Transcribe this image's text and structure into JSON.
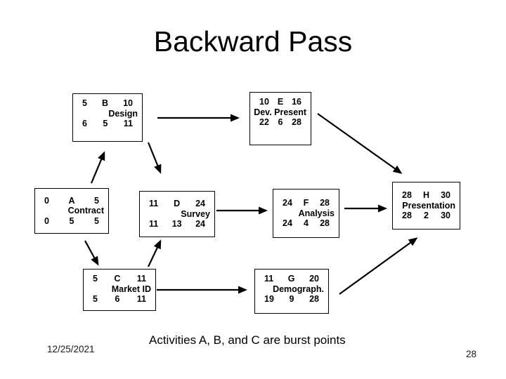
{
  "slide": {
    "title": "Backward Pass",
    "caption": "Activities A, B, and C are burst points",
    "date": "12/25/2021",
    "page_number": "28"
  },
  "nodes": {
    "a": {
      "es": "0",
      "id": "A",
      "ef": "5",
      "name": "Contract",
      "ls": "0",
      "dur": "5",
      "lf": "5"
    },
    "b": {
      "es": "5",
      "id": "B",
      "ef": "10",
      "name": "Design",
      "ls": "6",
      "dur": "5",
      "lf": "11"
    },
    "c": {
      "es": "5",
      "id": "C",
      "ef": "11",
      "name": "Market ID",
      "ls": "5",
      "dur": "6",
      "lf": "11"
    },
    "d": {
      "es": "11",
      "id": "D",
      "ef": "24",
      "name": "Survey",
      "ls": "11",
      "dur": "13",
      "lf": "24"
    },
    "e": {
      "es": "10",
      "id": "E",
      "ef": "16",
      "name": "Dev. Present",
      "ls": "22",
      "dur": "6",
      "lf": "28"
    },
    "f": {
      "es": "24",
      "id": "F",
      "ef": "28",
      "name": "Analysis",
      "ls": "24",
      "dur": "4",
      "lf": "28"
    },
    "g": {
      "es": "11",
      "id": "G",
      "ef": "20",
      "name": "Demograph.",
      "ls": "19",
      "dur": "9",
      "lf": "28"
    },
    "h": {
      "es": "28",
      "id": "H",
      "ef": "30",
      "name": "Presentation",
      "ls": "28",
      "dur": "2",
      "lf": "30"
    }
  },
  "edges": [
    {
      "from": "A",
      "to": "B"
    },
    {
      "from": "A",
      "to": "C"
    },
    {
      "from": "B",
      "to": "E"
    },
    {
      "from": "B",
      "to": "D"
    },
    {
      "from": "C",
      "to": "D"
    },
    {
      "from": "C",
      "to": "G"
    },
    {
      "from": "D",
      "to": "F"
    },
    {
      "from": "E",
      "to": "H"
    },
    {
      "from": "F",
      "to": "H"
    },
    {
      "from": "G",
      "to": "H"
    }
  ],
  "colors": {
    "line": "#000000",
    "background": "#ffffff",
    "text": "#000000"
  }
}
